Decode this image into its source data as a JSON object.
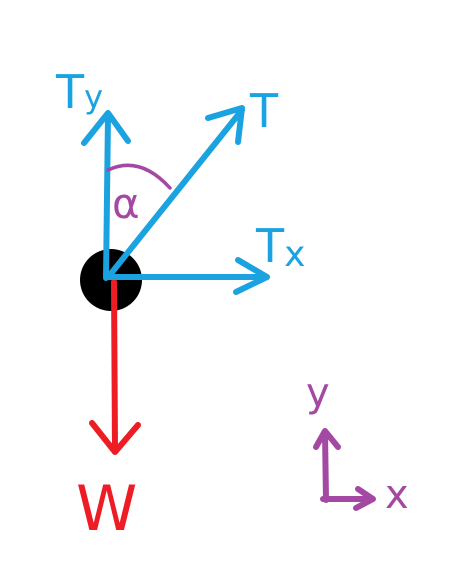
{
  "diagram": {
    "labels": {
      "tension": "T",
      "tension_y": "T",
      "tension_y_sub": "y",
      "tension_x": "T",
      "tension_x_sub": "x",
      "angle": "α",
      "weight": "W",
      "axis_y": "y",
      "axis_x": "x"
    },
    "colors": {
      "tension": "#1aa3e0",
      "weight": "#ee1c24",
      "angle_and_axes": "#a349a4",
      "body": "#000000",
      "background": "#ffffff"
    }
  }
}
